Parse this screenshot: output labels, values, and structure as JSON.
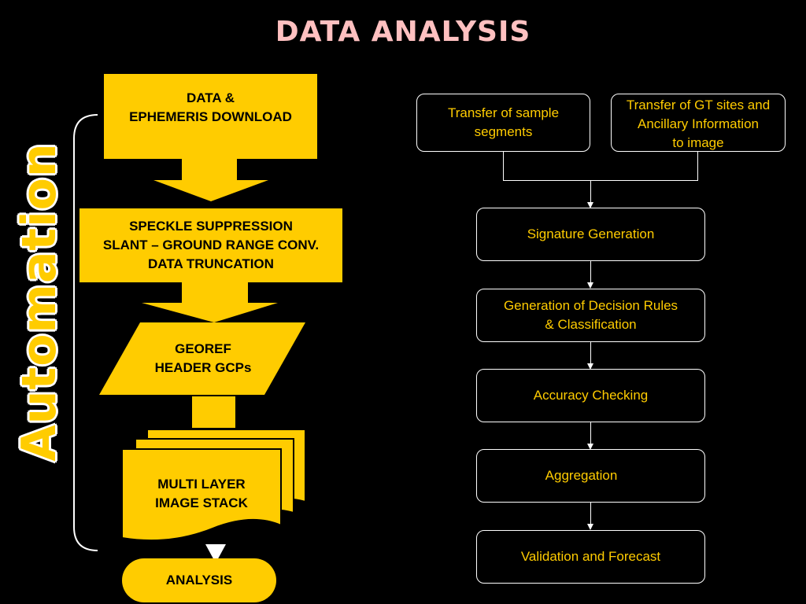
{
  "colors": {
    "accent": "#FFCC00",
    "title": "#FFC0C0",
    "label_text": "#FFCC00",
    "box_border": "#FFFFFF"
  },
  "title": "DATA ANALYSIS",
  "side_label": "Automation",
  "left_flow": {
    "download": "DATA &\nEPHEMERIS DOWNLOAD",
    "speckle": "SPECKLE SUPPRESSION\nSLANT – GROUND RANGE CONV.\nDATA TRUNCATION",
    "georef": "GEOREF\nHEADER GCPs",
    "stack": "MULTI LAYER\nIMAGE STACK",
    "analysis": "ANALYSIS"
  },
  "right_flow": {
    "transfer_samples": "Transfer of sample\nsegments",
    "transfer_gt": "Transfer of GT sites and\nAncillary Information\nto image",
    "signature": "Signature Generation",
    "decision_rules": "Generation of Decision Rules\n& Classification",
    "accuracy": "Accuracy Checking",
    "aggregation": "Aggregation",
    "validation": "Validation and Forecast"
  }
}
